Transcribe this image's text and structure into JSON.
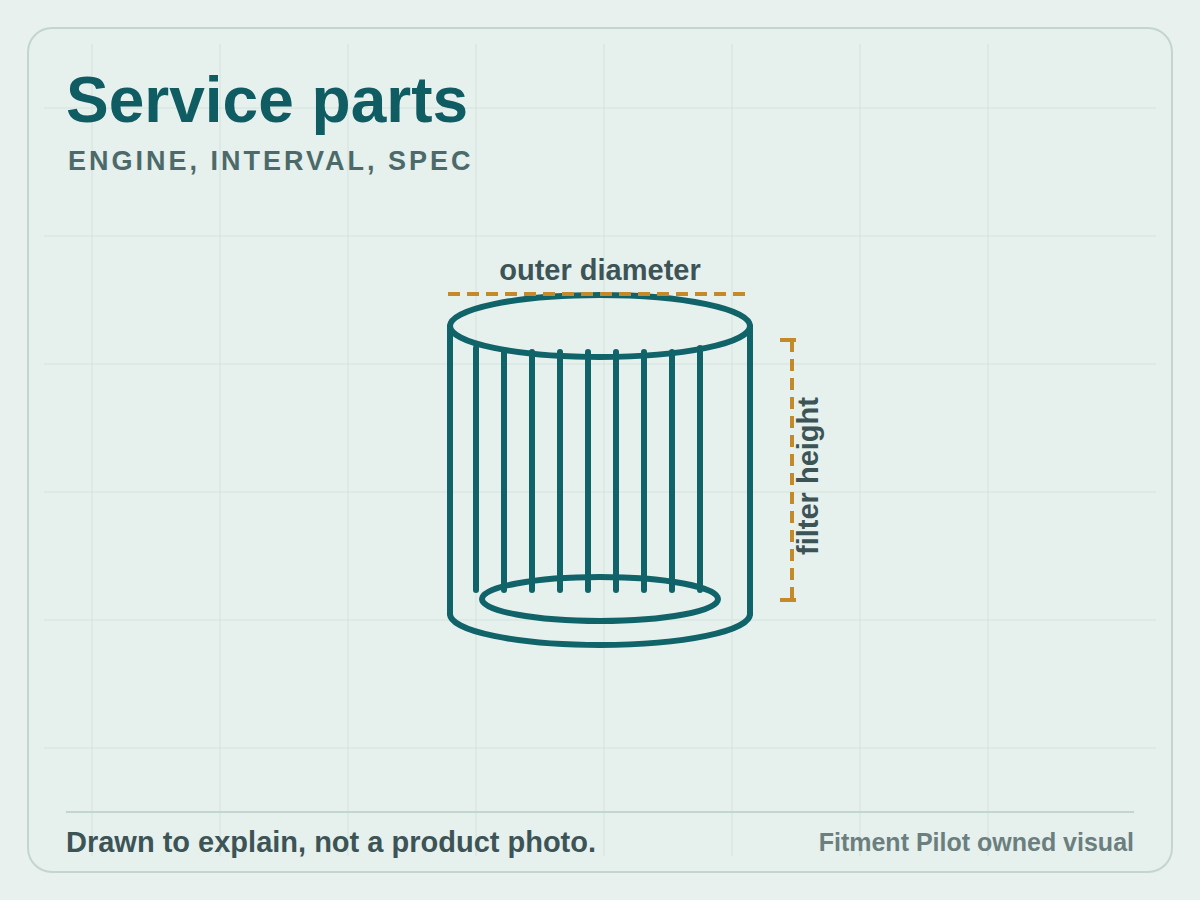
{
  "diagram": {
    "title": "Service parts",
    "caption": "Drawn to explain, not a product photo.",
    "labels": [
      "ENGINE, INTERVAL, SPEC",
      "outer diameter",
      "filter height",
      "Fitment Pilot owned visual"
    ]
  }
}
